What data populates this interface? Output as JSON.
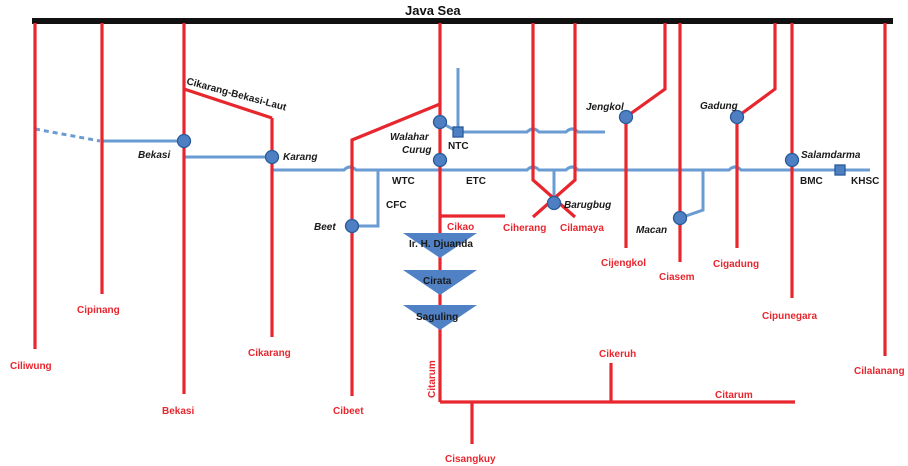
{
  "sea_label": "Java Sea",
  "rivers": {
    "ciliwung": "Ciliwung",
    "cipinang": "Cipinang",
    "bekasi": "Bekasi",
    "cikarang": "Cikarang",
    "cibeet": "Cibeet",
    "cikao": "Cikao",
    "citarum_vertical": "Citarum",
    "citarum_horizontal": "Citarum",
    "cisangkuy": "Cisangkuy",
    "cikeruh": "Cikeruh",
    "ciherang": "Ciherang",
    "cilamaya": "Cilamaya",
    "cijengkol": "Cijengkol",
    "ciasem": "Ciasem",
    "cigadung": "Cigadung",
    "cipunegara": "Cipunegara",
    "cilalanang": "Cilalanang"
  },
  "canal_labels": {
    "cikarang_bekasi_laut": "Cikarang-Bekasi-Laut",
    "ntc": "NTC",
    "wtc": "WTC",
    "etc": "ETC",
    "cfc": "CFC",
    "bmc": "BMC",
    "khsc": "KHSC"
  },
  "nodes": {
    "bekasi": "Bekasi",
    "karang": "Karang",
    "walahar": "Walahar",
    "curug": "Curug",
    "beet": "Beet",
    "barugbug": "Barugbug",
    "jengkol": "Jengkol",
    "macan": "Macan",
    "gadung": "Gadung",
    "salamdarma": "Salamdarma"
  },
  "dams": {
    "djuanda": "Ir. H. Djuanda",
    "cirata": "Cirata",
    "saguling": "Saguling"
  },
  "colors": {
    "river": "#e8262e",
    "canal": "#6a9bd2",
    "sea": "#111111",
    "node": "#4e7fc2"
  }
}
